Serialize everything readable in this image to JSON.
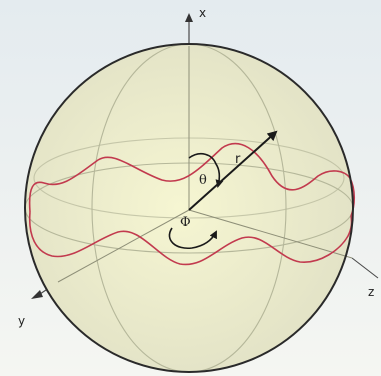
{
  "figure": {
    "axes": {
      "x": "x",
      "y": "y",
      "z": "z"
    },
    "symbols": {
      "radius": "r",
      "polar_angle": "θ",
      "azimuthal_angle": "Φ"
    }
  },
  "colors": {
    "background_top": "#e4ebef",
    "background_bottom": "#f5f6f2",
    "sphere_center": "#f6f6d2",
    "sphere_edge": "#e2e2c6",
    "sphere_outline": "#2a2a2a",
    "wave": "#c23a4e",
    "grid": "#b5b79a",
    "axis": "#4a4a4a",
    "arrow": "#1a1a1a"
  }
}
